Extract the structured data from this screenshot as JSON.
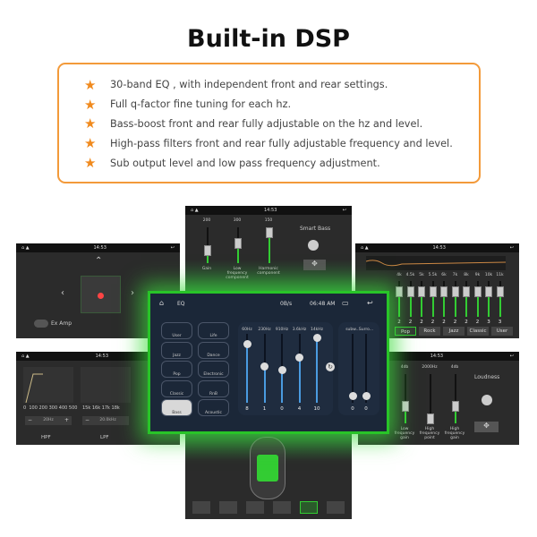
{
  "title": "Built-in DSP",
  "features": [
    "30-band EQ , with independent front and rear settings.",
    "Full q-factor fine tuning for each hz.",
    "Bass-boost front and rear fully adjustable on the hz and level.",
    "High-pass filters front and rear fully adjustable frequency and level.",
    "Sub output level and low pass frequency adjustment."
  ],
  "colors": {
    "accent": "#f39a3a",
    "glow": "#28c428",
    "slider": "#4a9be0"
  },
  "status": {
    "time": "14:53"
  },
  "bass": {
    "sliders": [
      {
        "top": "200",
        "label": "Gain",
        "level": 0.35
      },
      {
        "top": "300",
        "label": "Low frequency component",
        "level": 0.55
      },
      {
        "top": "150",
        "label": "Harmonic component",
        "level": 0.85
      }
    ],
    "title": "Smart Bass"
  },
  "amp": {
    "label": "Ex Amp"
  },
  "geq": {
    "freqs": [
      "4k",
      "4.5k",
      "5k",
      "5.5k",
      "6k",
      "7k",
      "8k",
      "9k",
      "10k",
      "11k"
    ],
    "values": [
      "2",
      "2",
      "2",
      "2",
      "2",
      "2",
      "2",
      "2",
      "3",
      "3"
    ],
    "presets": [
      "Pop",
      "Rock",
      "Jazz",
      "Classic",
      "User"
    ],
    "selected": "Pop"
  },
  "filter": {
    "hpf_ticks": "0  100 200 300 400 500",
    "lpf_ticks": "15k 16k 17k 18k",
    "hpf_value": "20Hz",
    "lpf_value": "20.0kHz",
    "hpf": "HPF",
    "lpf": "LPF"
  },
  "loud": {
    "sliders": [
      {
        "top": "4db",
        "label": "Low frequency gain",
        "level": 0.35
      },
      {
        "top": "2000Hz",
        "label": "High frequency point",
        "level": 0.1
      },
      {
        "top": "4db",
        "label": "High frequency gain",
        "level": 0.35
      }
    ],
    "title": "Loudness"
  },
  "main": {
    "eq_label": "EQ",
    "speed": "0B/s",
    "time": "06:48 AM",
    "presets": [
      "User",
      "Life",
      "Jazz",
      "Dance",
      "Pop",
      "Electronic",
      "Classic",
      "RnB",
      "Bass",
      "Acoustic"
    ],
    "selected": "Bass",
    "bands": [
      {
        "freq": "60Hz",
        "value": "8",
        "level": 0.9
      },
      {
        "freq": "230Hz",
        "value": "1",
        "level": 0.55
      },
      {
        "freq": "910Hz",
        "value": "0",
        "level": 0.5
      },
      {
        "freq": "3.6kHz",
        "value": "4",
        "level": 0.7
      },
      {
        "freq": "14kHz",
        "value": "10",
        "level": 1.0
      }
    ],
    "extra": [
      {
        "label": "subw...",
        "value": "0",
        "level": 0.1
      },
      {
        "label": "Surro...",
        "value": "0",
        "level": 0.1
      }
    ]
  }
}
